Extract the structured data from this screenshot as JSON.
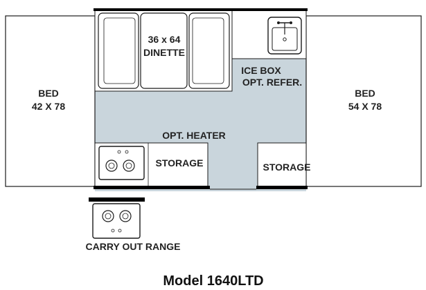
{
  "labels": {
    "bed_left_title": "BED",
    "bed_left_size": "42 X 78",
    "bed_right_title": "BED",
    "bed_right_size": "54 X 78",
    "dinette_size": "36 x 64",
    "dinette_label": "DINETTE",
    "icebox_line1": "ICE BOX",
    "icebox_line2": "OPT. REFER.",
    "heater": "OPT. HEATER",
    "storage_left": "STORAGE",
    "storage_right": "STORAGE",
    "carry_out_range": "CARRY OUT RANGE"
  },
  "model_title": "Model 1640LTD",
  "colors": {
    "floor": "#c9d5dc",
    "outline": "#1a1a1a",
    "wall": "#000000",
    "background": "#ffffff"
  }
}
